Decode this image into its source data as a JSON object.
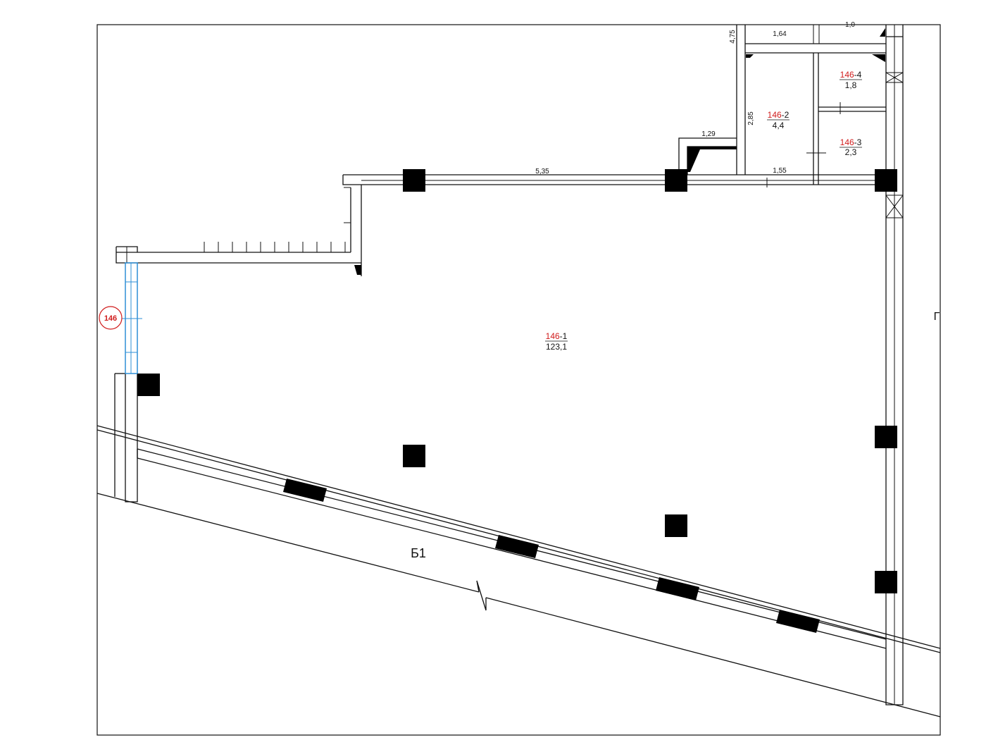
{
  "plan": {
    "unit_code": "146",
    "axis_label": "Б1",
    "edge_mark": "Г",
    "rooms": [
      {
        "prefix": "146",
        "suffix": "-1",
        "area": "123,1"
      },
      {
        "prefix": "146",
        "suffix": "-2",
        "area": "4,4"
      },
      {
        "prefix": "146",
        "suffix": "-3",
        "area": "2,3"
      },
      {
        "prefix": "146",
        "suffix": "-4",
        "area": "1,8"
      }
    ],
    "dimensions": {
      "d_535": "5,35",
      "d_129": "1,29",
      "d_164": "1,64",
      "d_155": "1,55",
      "d_285": "2,85",
      "d_475": "4,75",
      "d_top": "1,0"
    },
    "colors": {
      "room_number": "#d01b1b",
      "entrance": "#2e8fd6",
      "walls": "#111111"
    }
  }
}
